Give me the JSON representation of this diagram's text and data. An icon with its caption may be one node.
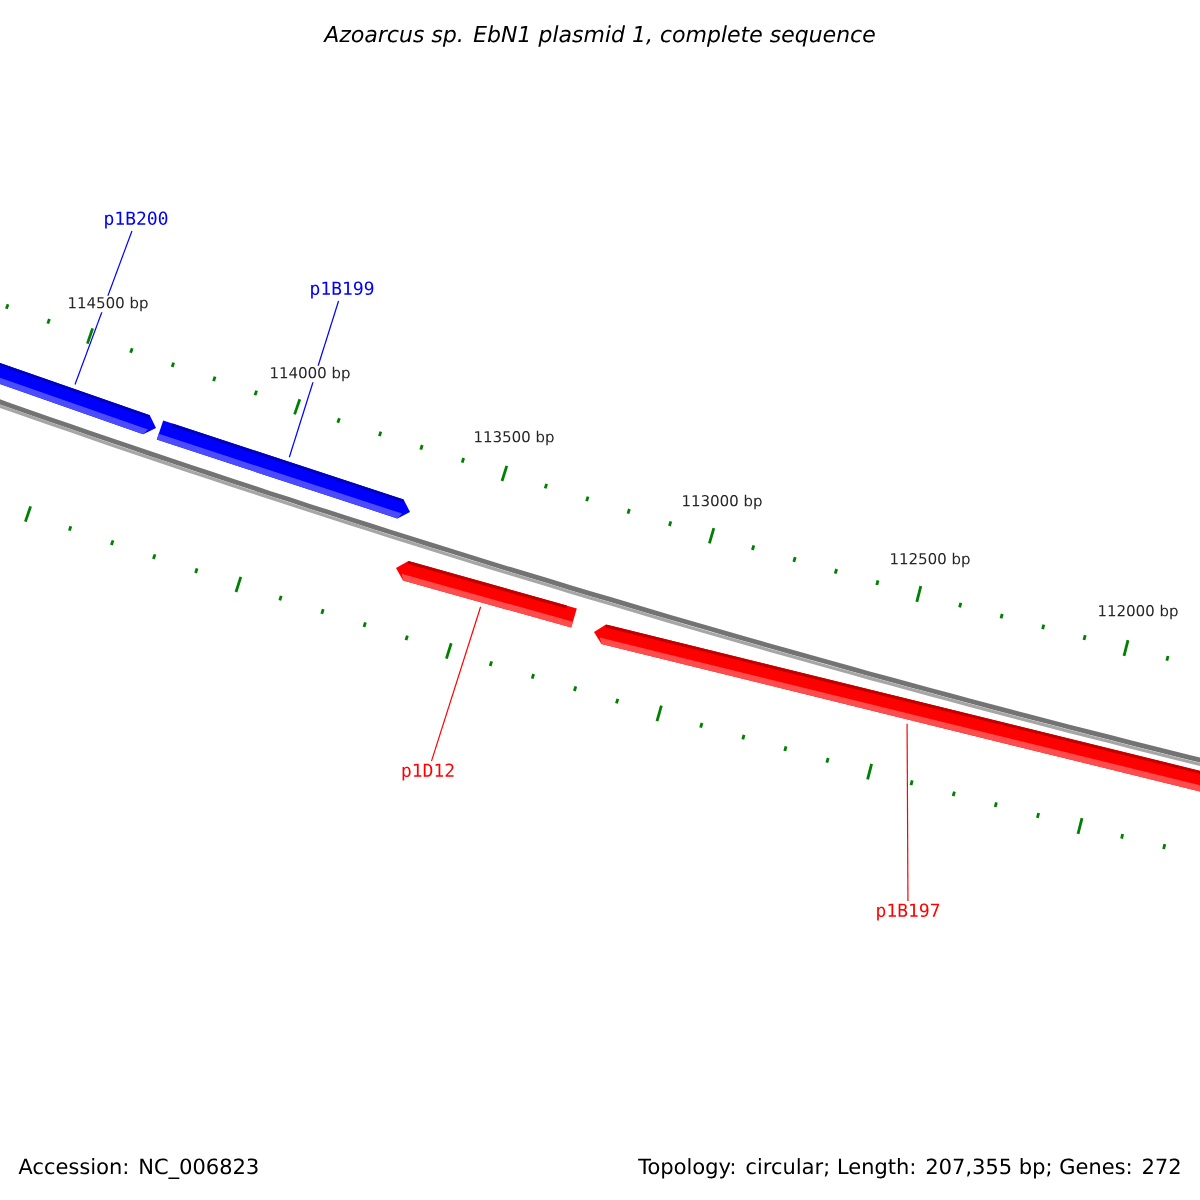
{
  "diagram": {
    "title": "Azoarcus sp. EbN1 plasmid 1, complete sequence",
    "nodes": [
      {
        "text": [
          "p1B200"
        ]
      },
      {
        "text": [
          "p1B199"
        ]
      },
      {
        "text": [],
        "shape": "arrow"
      },
      {
        "text": [],
        "shape": "arrow"
      },
      {
        "text": [],
        "shape": "arrow"
      },
      {
        "text": [],
        "shape": "arrow"
      },
      {
        "text": [
          "p1D12"
        ]
      },
      {
        "text": [
          "p1B197"
        ]
      }
    ],
    "edges": [
      {
        "from": 0,
        "to": 2,
        "arrow": "none",
        "color": "#0000ff"
      },
      {
        "from": 1,
        "to": 3,
        "arrow": "none",
        "color": "#0000ff"
      },
      {
        "from": 6,
        "to": 4,
        "arrow": "none",
        "color": "#ff0000"
      },
      {
        "from": 7,
        "to": 5,
        "arrow": "none",
        "color": "#ff0000"
      }
    ],
    "labels": [
      "114500 bp",
      "114000 bp",
      "113500 bp",
      "113000 bp",
      "112500 bp",
      "112000 bp",
      "Accession: NC_006823",
      "Topology: circular; Length: 207,355 bp; Genes: 272"
    ]
  }
}
